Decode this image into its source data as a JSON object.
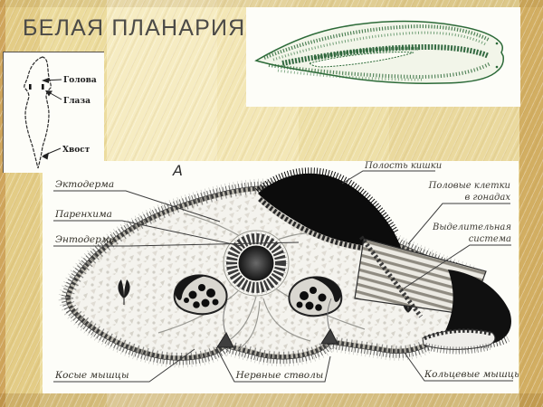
{
  "slide": {
    "title": "БЕЛАЯ ПЛАНАРИЯ",
    "colors": {
      "background_beige": "#ecdc9e",
      "background_light_band": "#f6ecc2",
      "background_dark_edge": "#d2ae62",
      "title_text": "#4b4a47",
      "drawing_green": "#2c6a38",
      "ink": "#2d2d2d"
    },
    "images": {
      "worm_drawing": "green-planaria-side-view-drawing",
      "mini_outline": "planaria-body-outline-sketch",
      "cross_section": "planaria-cross-section-engraving"
    }
  },
  "body_outline_figure": {
    "labels": {
      "head": "Голова",
      "eyes": "Глаза",
      "tail": "Хвост"
    }
  },
  "cross_section_figure": {
    "figure_letter": "А",
    "labels": {
      "ectoderm": "Эктодерма",
      "parenchyma": "Паренхима",
      "endoderm": "Энтодерма",
      "gut_cavity": "Полость кишки",
      "gonad_cells_line1": "Половые клетки",
      "gonad_cells_line2": "в гонадах",
      "excretory_line1": "Выделительная",
      "excretory_line2": "система",
      "oblique_muscles": "Косые мышцы",
      "nerve_trunks": "Нервные стволы",
      "circular_muscles": "Кольцевые мышцы"
    }
  }
}
